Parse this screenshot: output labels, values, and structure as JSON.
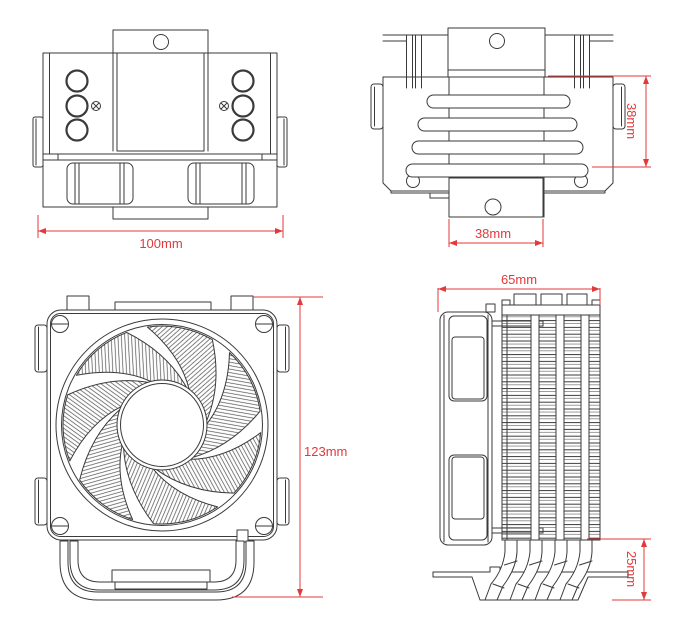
{
  "colors": {
    "background": "#ffffff",
    "drawing_line": "#3a3a3a",
    "dimension_red": "#e2393b"
  },
  "dimensions": {
    "top_view_width": "100mm",
    "rear_view_heatpipe_height": "38mm",
    "rear_view_base_width": "38mm",
    "front_view_height": "123mm",
    "side_view_depth": "65mm",
    "side_view_base_clearance": "25mm"
  }
}
